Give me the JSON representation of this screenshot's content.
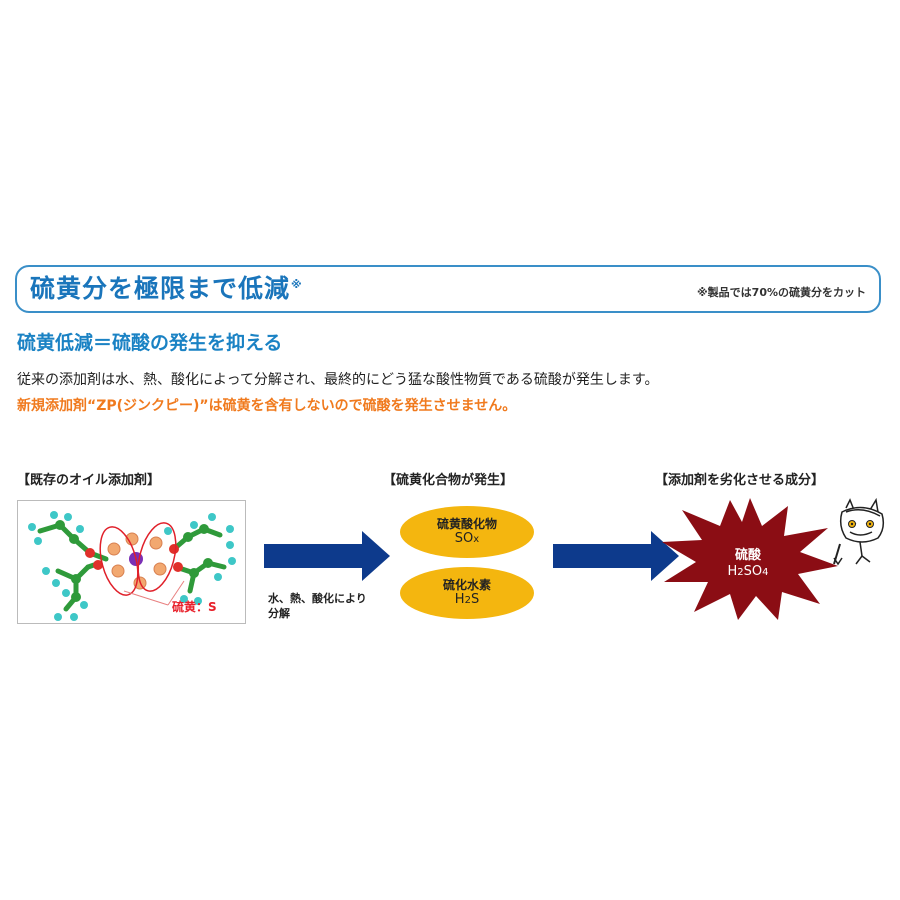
{
  "header": {
    "title": "硫黄分を極限まで低減",
    "title_mark": "※",
    "note": "※製品では70%の硫黄分をカット"
  },
  "subheading": "硫黄低減＝硫酸の発生を抑える",
  "description": "従来の添加剤は水、熱、酸化によって分解され、最終的にどう猛な酸性物質である硫酸が発生します。",
  "highlight": "新規添加剤“ZP(ジンクピー)”は硫黄を含有しないので硫酸を発生させません。",
  "diagram": {
    "existing_label": "【既存のオイル添加剤】",
    "sulfur_label": "硫黄：S",
    "process_label_line1": "水、熱、酸化により",
    "process_label_line2": "分解",
    "generate_label": "【硫黄化合物が発生】",
    "compound1_name": "硫黄酸化物",
    "compound1_formula": "SOx",
    "compound2_name": "硫化水素",
    "compound2_formula": "H2S",
    "deteriorate_label": "【添加剤を劣化させる成分】",
    "result_name": "硫酸",
    "result_formula": "H2SO4"
  },
  "colors": {
    "title_blue": "#1a75bb",
    "border_blue": "#3a8fc8",
    "highlight_orange": "#f07a1e",
    "arrow_navy": "#0d3a8c",
    "ellipse_yellow": "#f4b60f",
    "burst_red": "#8b0d14",
    "sulfur_red": "#e8202a"
  },
  "icons": {
    "molecule": "molecule-model-icon",
    "arrow": "right-arrow-icon",
    "burst": "explosion-burst-icon",
    "devil": "devil-character-icon"
  }
}
